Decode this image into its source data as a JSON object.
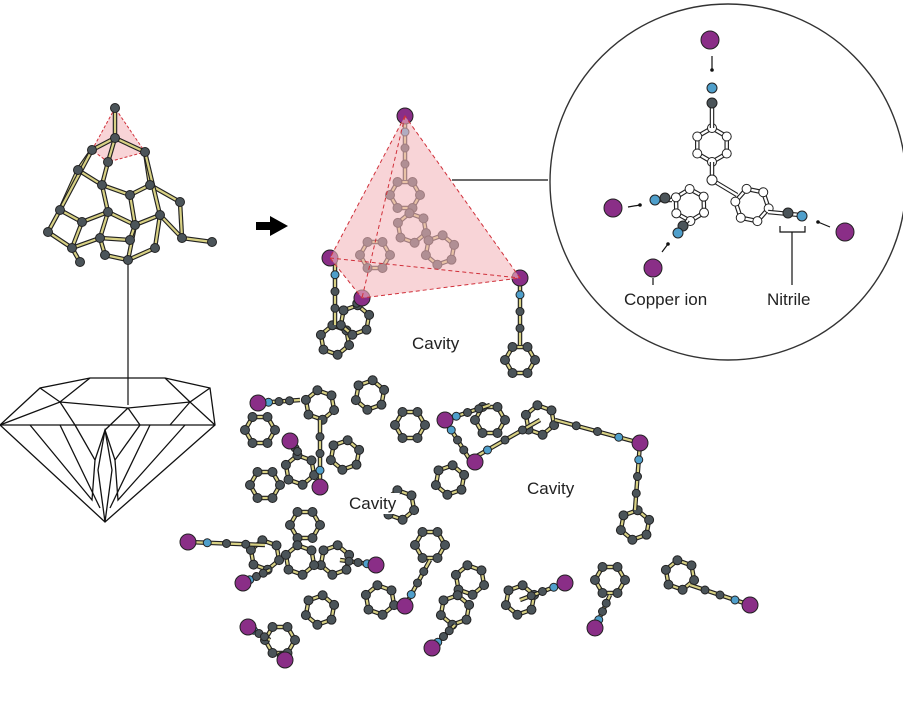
{
  "labels": {
    "cavity_top": "Cavity",
    "cavity_left": "Cavity",
    "cavity_right": "Cavity",
    "copper_ion": "Copper ion",
    "nitrile": "Nitrile"
  },
  "colors": {
    "copper": "#8a2e87",
    "nitrogen": "#4f9fcb",
    "carbon": "#4b5459",
    "bond": "#d8d184",
    "tetrahedron": "#f4b8bd",
    "tetra_edge": "#d0303a"
  }
}
